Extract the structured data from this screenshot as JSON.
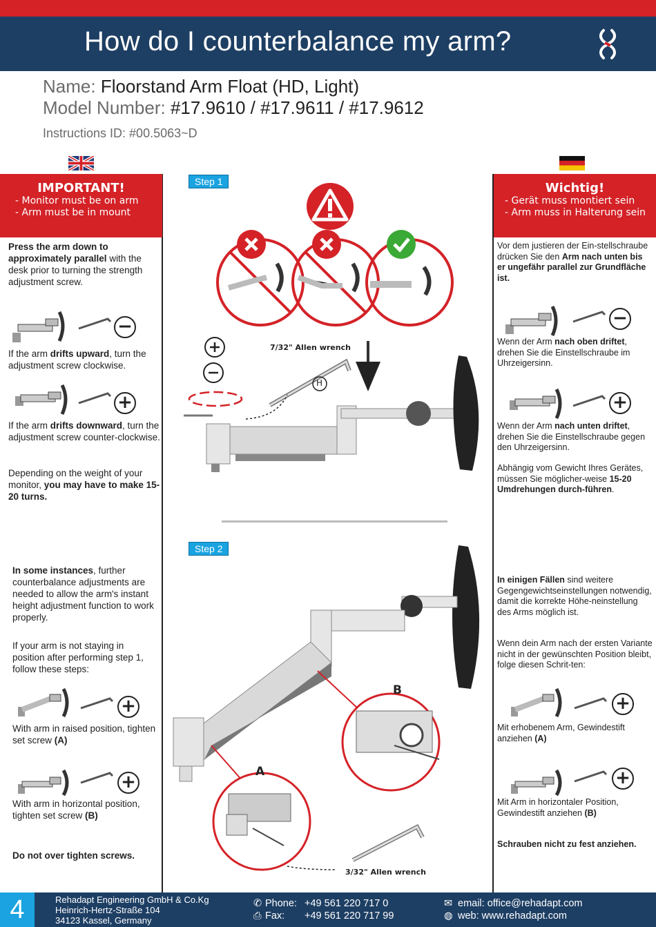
{
  "header": {
    "title": "How do I counterbalance my arm?",
    "name_label": "Name:",
    "name_value": "Floorstand Arm Float (HD, Light)",
    "model_label": "Model Number:",
    "model_value": "#17.9610 / #17.9611 / #17.9612",
    "instructions_id": "Instructions ID: #00.5063~D"
  },
  "english": {
    "important_title": "IMPORTANT!",
    "important_lines": [
      "- Monitor must be on arm",
      "- Arm must be in mount"
    ],
    "p1_bold": "Press the arm down to approximately parallel",
    "p1_rest": " with the desk prior to turning the strength adjustment screw.",
    "p2_pre": "If the arm ",
    "p2_bold": "drifts upward",
    "p2_rest": ", turn the adjustment screw clockwise.",
    "p3_pre": "If the arm ",
    "p3_bold": "drifts downward",
    "p3_rest": ", turn the adjustment screw counter-clockwise.",
    "p4_pre": "Depending on the weight of your monitor, ",
    "p4_bold": "you may have to make 15-20 turns.",
    "p5_bold": "In some instances",
    "p5_rest": ", further counterbalance adjustments are needed to allow the arm's instant height adjustment function to work properly.",
    "p6": "If your arm is not staying in position after performing step 1, follow these steps:",
    "p7_pre": "With arm in raised position, tighten set screw ",
    "p7_bold": "(A)",
    "p8_pre": "With arm in horizontal position, tighten set screw ",
    "p8_bold": "(B)",
    "p9": "Do not over tighten screws."
  },
  "german": {
    "important_title": "Wichtig!",
    "important_lines": [
      "- Gerät muss montiert sein",
      "- Arm muss in Halterung sein"
    ],
    "p1_pre": "Vor dem justieren der Ein-stellschraube drücken Sie den ",
    "p1_bold": "Arm nach unten bis er ungefähr parallel zur Grundfläche ist.",
    "p2_pre": "Wenn der Arm ",
    "p2_bold": "nach oben driftet",
    "p2_rest": ", drehen Sie die Einstellschraube im Uhrzeigersinn.",
    "p3_pre": "Wenn der Arm ",
    "p3_bold": "nach unten driftet",
    "p3_rest": ", drehen Sie die Einstellschraube gegen den Uhrzeigersinn.",
    "p4_pre": "Abhängig vom Gewicht Ihres Gerätes, müssen Sie möglicher-weise ",
    "p4_bold": "15-20 Umdrehungen durch-führen",
    "p4_rest": ".",
    "p5_bold": "In einigen Fällen",
    "p5_rest": " sind weitere Gegengewichtseinstellungen notwendig, damit die korrekte Höhe-neinstellung des Arms möglich ist.",
    "p6": "Wenn dein Arm nach der ersten Variante nicht in der gewünschten Position bleibt, folge diesen Schrit-ten:",
    "p7_pre": "Mit erhobenem Arm, Gewindestift anziehen ",
    "p7_bold": "(A)",
    "p8_pre": "Mit Arm in horizontaler Position, Gewindestift anziehen ",
    "p8_bold": "(B)",
    "p9": "Schrauben nicht zu fest anziehen."
  },
  "center": {
    "step1": "Step 1",
    "step2": "Step 2",
    "wrench1": "7/32\" Allen wrench",
    "wrench2": "3/32\" Allen wrench",
    "label_h": "H",
    "label_a": "A",
    "label_b": "B"
  },
  "footer": {
    "page": "4",
    "company": "Rehadapt Engineering GmbH & Co.Kg",
    "street": "Heinrich-Hertz-Straße 104",
    "city": "34123 Kassel, Germany",
    "phone_label": "Phone:",
    "phone": "+49 561 220 717 0",
    "fax_label": "Fax:",
    "fax": "+49 561 220 717 99",
    "email": "email: office@rehadapt.com",
    "web": "web: www.rehadapt.com"
  },
  "colors": {
    "red": "#d42227",
    "navy": "#1e3f64",
    "blue": "#1aa3e0",
    "green": "#3aa935"
  }
}
